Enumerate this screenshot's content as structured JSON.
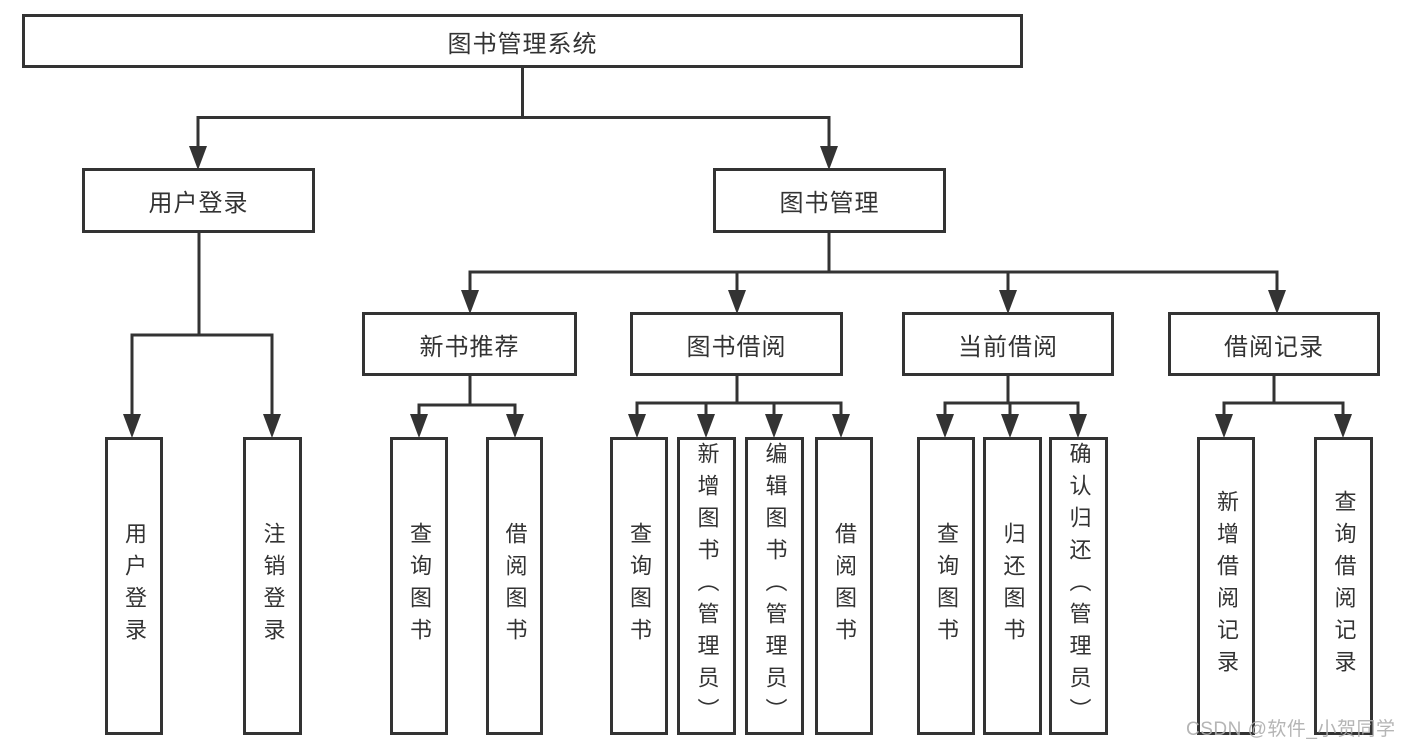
{
  "diagram_type": "tree",
  "tree": {
    "label": "图书管理系统",
    "children": [
      {
        "label": "用户登录",
        "children": [
          {
            "label": "用户登录"
          },
          {
            "label": "注销登录"
          }
        ]
      },
      {
        "label": "图书管理",
        "children": [
          {
            "label": "新书推荐",
            "children": [
              {
                "label": "查询图书"
              },
              {
                "label": "借阅图书"
              }
            ]
          },
          {
            "label": "图书借阅",
            "children": [
              {
                "label": "查询图书"
              },
              {
                "label": "新增图书（管理员）"
              },
              {
                "label": "编辑图书（管理员）"
              },
              {
                "label": "借阅图书"
              }
            ]
          },
          {
            "label": "当前借阅",
            "children": [
              {
                "label": "查询图书"
              },
              {
                "label": "归还图书"
              },
              {
                "label": "确认归还（管理员）"
              }
            ]
          },
          {
            "label": "借阅记录",
            "children": [
              {
                "label": "新增借阅记录"
              },
              {
                "label": "查询借阅记录"
              }
            ]
          }
        ]
      }
    ]
  },
  "watermark": "CSDN @软件_小贺同学",
  "colors": {
    "line": "#333333",
    "text": "#333333",
    "box_background": "#ffffff",
    "watermark": "#adadad"
  }
}
